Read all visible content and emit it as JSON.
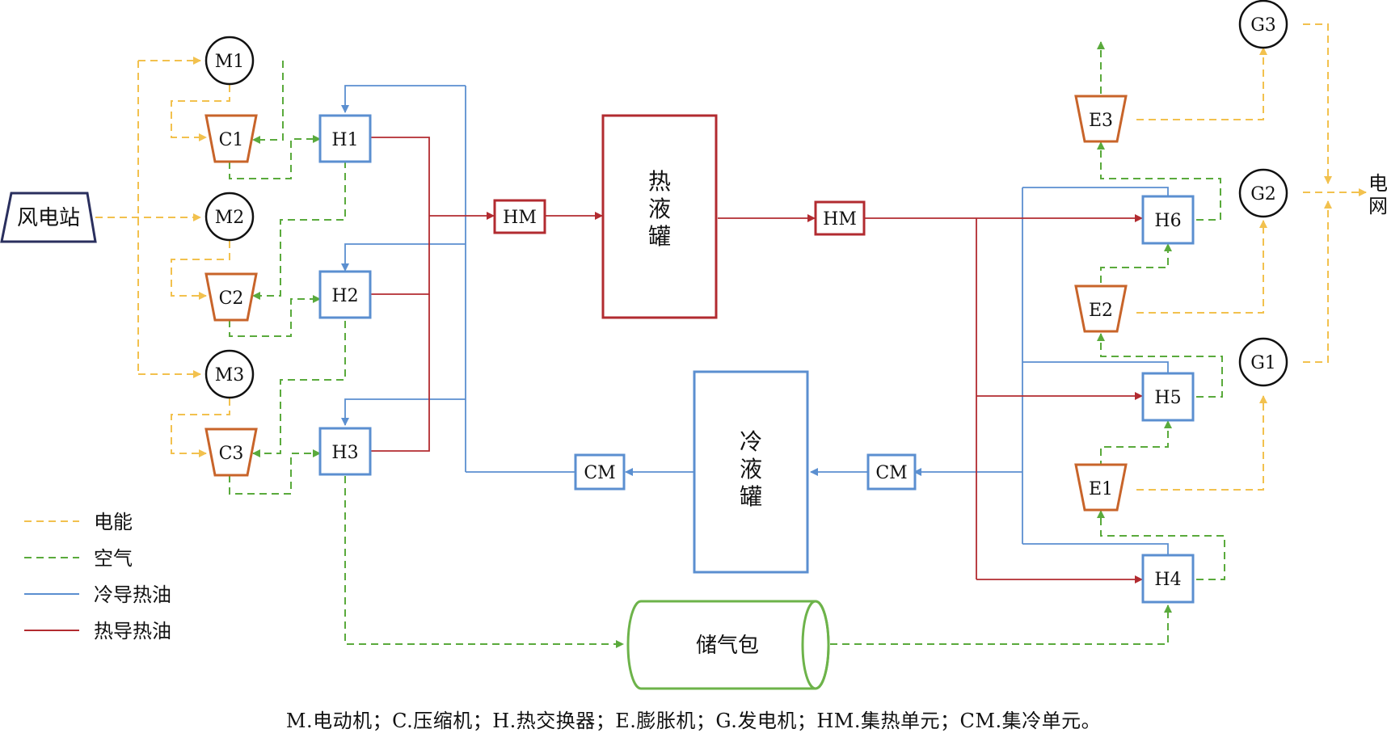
{
  "nodes": {
    "wind_station": "风电站",
    "motors": [
      "M1",
      "M2",
      "M3"
    ],
    "compressors": [
      "C1",
      "C2",
      "C3"
    ],
    "exchangers_left": [
      "H1",
      "H2",
      "H3"
    ],
    "exchangers_right": [
      "H4",
      "H5",
      "H6"
    ],
    "expanders": [
      "E1",
      "E2",
      "E3"
    ],
    "generators": [
      "G1",
      "G2",
      "G3"
    ],
    "hm_labels": [
      "HM",
      "HM"
    ],
    "cm_labels": [
      "CM",
      "CM"
    ],
    "hot_tank": [
      "热",
      "液",
      "罐"
    ],
    "cold_tank": [
      "冷",
      "液",
      "罐"
    ],
    "air_storage": "储气包",
    "grid": [
      "电",
      "网"
    ]
  },
  "legend": [
    {
      "label": "电能",
      "color": "#f2c14e",
      "style": "dashed"
    },
    {
      "label": "空气",
      "color": "#5aaa3c",
      "style": "dashed"
    },
    {
      "label": "冷导热油",
      "color": "#5b8fd0",
      "style": "solid"
    },
    {
      "label": "热导热油",
      "color": "#b22b30",
      "style": "solid"
    }
  ],
  "caption": "M.电动机；C.压缩机；H.热交换器；E.膨胀机；G.发电机；HM.集热单元；CM.集冷单元。",
  "colors": {
    "electric": "#f2c14e",
    "air": "#5aaa3c",
    "cold_oil": "#5b8fd0",
    "hot_oil": "#b22b30",
    "compressor_expander": "#c8642a",
    "wind_station_border": "#2a2f5e"
  }
}
